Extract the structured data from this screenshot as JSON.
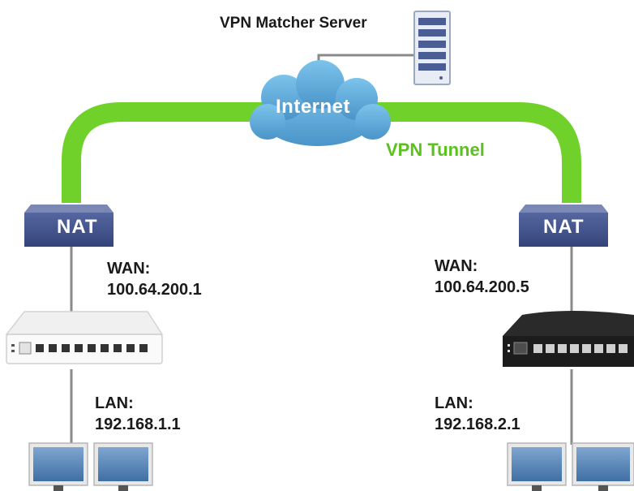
{
  "server": {
    "label": "VPN Matcher Server",
    "icon": "server-icon"
  },
  "internet": {
    "label": "Internet",
    "icon": "cloud-icon"
  },
  "tunnel": {
    "label": "VPN Tunnel",
    "color": "#6fd12a"
  },
  "left_site": {
    "nat_label": "NAT",
    "wan_label": "WAN:",
    "wan_ip": "100.64.200.1",
    "lan_label": "LAN:",
    "lan_ip": "192.168.1.1",
    "router_icon": "white-router-icon"
  },
  "right_site": {
    "nat_label": "NAT",
    "wan_label": "WAN:",
    "wan_ip": "100.64.200.5",
    "lan_label": "LAN:",
    "lan_ip": "192.168.2.1",
    "router_icon": "black-router-icon"
  },
  "colors": {
    "nat_box": "#3f4f86",
    "cloud": "#5aa8d8",
    "tunnel": "#6fd12a",
    "lines": "#888888"
  }
}
